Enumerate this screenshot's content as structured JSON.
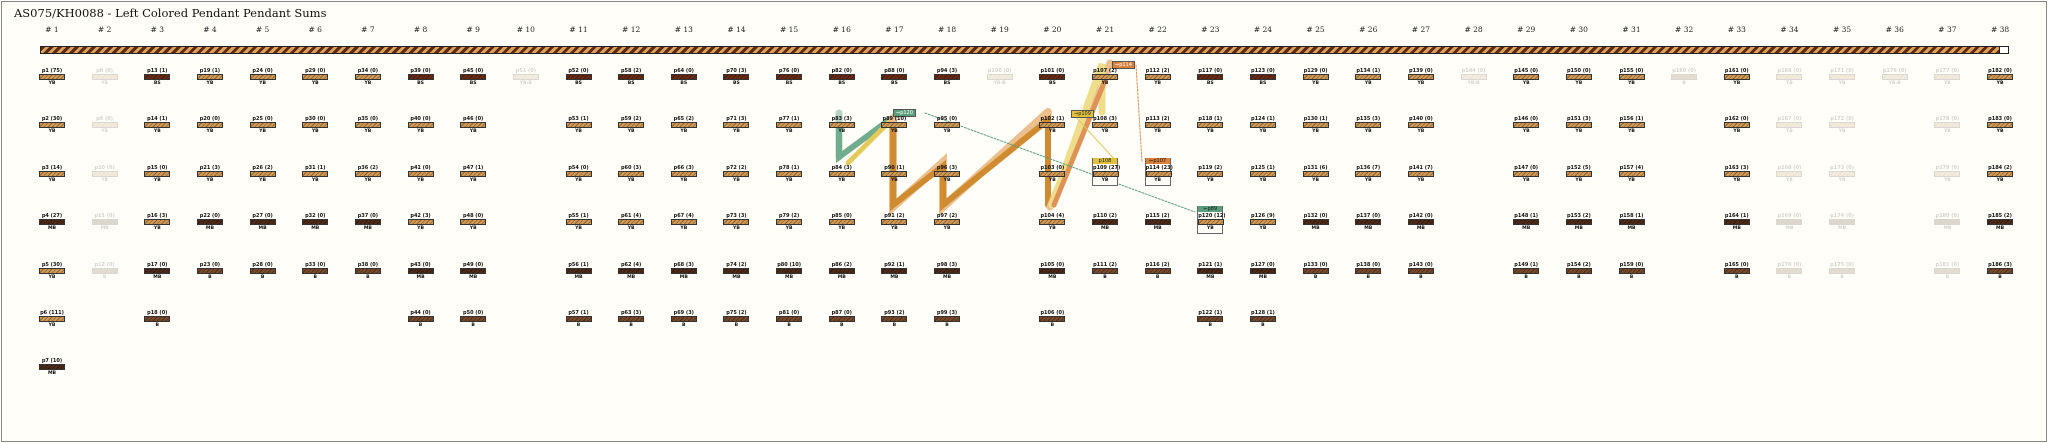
{
  "title": "AS075/KH0088 - Left Colored Pendant Pendant Sums",
  "colors": {
    "YB": "#d39a55",
    "BS": "#6b2a12",
    "MB": "#4e2a18",
    "B": "#7a4a2c",
    "YB:B": "#c9a27a"
  },
  "link_colors": {
    "orange": "#c8780f",
    "light_orange": "#e9b57c",
    "green": "#5a9e7c",
    "light_green": "#a9cfba",
    "yellow": "#dfc13e",
    "light_yellow": "#ecd97a"
  },
  "links": {
    "tag_p120": "⇒p120",
    "tag_p109": "⇒p109",
    "tag_p114": "⇒p114",
    "hdr_p109": "p108",
    "hdr_p114": "⇐p107",
    "hdr_p120": "⇐p89"
  },
  "columns": [
    {
      "label": "# 1",
      "cords": [
        [
          "p1 (75)",
          "YB"
        ],
        [
          "p2 (30)",
          "YB"
        ],
        [
          "p3 (14)",
          "YB"
        ],
        [
          "p4 (27)",
          "MB"
        ],
        [
          "p5 (30)",
          "YB"
        ],
        [
          "p6 (111)",
          "YB"
        ],
        [
          "p7 (10)",
          "MB"
        ]
      ]
    },
    {
      "label": "# 2",
      "faded": true,
      "cords": [
        [
          "p8 (0)",
          "YB"
        ],
        [
          "p9 (0)",
          "YB"
        ],
        [
          "p10 (0)",
          "YB"
        ],
        [
          "p11 (0)",
          "MB"
        ],
        [
          "p12 (0)",
          "B"
        ]
      ]
    },
    {
      "label": "# 3",
      "cords": [
        [
          "p13 (1)",
          "BS"
        ],
        [
          "p14 (1)",
          "YB"
        ],
        [
          "p15 (0)",
          "YB"
        ],
        [
          "p16 (3)",
          "YB"
        ],
        [
          "p17 (0)",
          "MB"
        ],
        [
          "p18 (0)",
          "B"
        ]
      ]
    },
    {
      "label": "# 4",
      "cords": [
        [
          "p19 (1)",
          "YB"
        ],
        [
          "p20 (0)",
          "YB"
        ],
        [
          "p21 (3)",
          "YB"
        ],
        [
          "p22 (0)",
          "MB"
        ],
        [
          "p23 (0)",
          "B"
        ]
      ]
    },
    {
      "label": "# 5",
      "cords": [
        [
          "p24 (0)",
          "YB"
        ],
        [
          "p25 (0)",
          "YB"
        ],
        [
          "p26 (2)",
          "YB"
        ],
        [
          "p27 (0)",
          "MB"
        ],
        [
          "p28 (0)",
          "B"
        ]
      ]
    },
    {
      "label": "# 6",
      "cords": [
        [
          "p29 (0)",
          "YB"
        ],
        [
          "p30 (0)",
          "YB"
        ],
        [
          "p31 (1)",
          "YB"
        ],
        [
          "p32 (0)",
          "MB"
        ],
        [
          "p33 (0)",
          "B"
        ]
      ]
    },
    {
      "label": "# 7",
      "cords": [
        [
          "p34 (0)",
          "YB"
        ],
        [
          "p35 (0)",
          "YB"
        ],
        [
          "p36 (2)",
          "YB"
        ],
        [
          "p37 (0)",
          "MB"
        ],
        [
          "p38 (0)",
          "B"
        ]
      ]
    },
    {
      "label": "# 8",
      "cords": [
        [
          "p39 (0)",
          "BS"
        ],
        [
          "p40 (0)",
          "YB"
        ],
        [
          "p41 (0)",
          "YB"
        ],
        [
          "p42 (3)",
          "YB"
        ],
        [
          "p43 (0)",
          "MB"
        ],
        [
          "p44 (0)",
          "B"
        ]
      ]
    },
    {
      "label": "# 9",
      "cords": [
        [
          "p45 (0)",
          "BS"
        ],
        [
          "p46 (0)",
          "YB"
        ],
        [
          "p47 (1)",
          "YB"
        ],
        [
          "p48 (0)",
          "YB"
        ],
        [
          "p49 (0)",
          "MB"
        ],
        [
          "p50 (0)",
          "B"
        ]
      ]
    },
    {
      "label": "# 10",
      "faded": true,
      "cords": [
        [
          "p51 (0)",
          "YB:B"
        ]
      ]
    },
    {
      "label": "# 11",
      "cords": [
        [
          "p52 (0)",
          "BS"
        ],
        [
          "p53 (1)",
          "YB"
        ],
        [
          "p54 (0)",
          "YB"
        ],
        [
          "p55 (1)",
          "YB"
        ],
        [
          "p56 (1)",
          "MB"
        ],
        [
          "p57 (1)",
          "B"
        ]
      ]
    },
    {
      "label": "# 12",
      "cords": [
        [
          "p58 (2)",
          "BS"
        ],
        [
          "p59 (2)",
          "YB"
        ],
        [
          "p60 (3)",
          "YB"
        ],
        [
          "p61 (4)",
          "YB"
        ],
        [
          "p62 (4)",
          "MB"
        ],
        [
          "p63 (3)",
          "B"
        ]
      ]
    },
    {
      "label": "# 13",
      "cords": [
        [
          "p64 (0)",
          "BS"
        ],
        [
          "p65 (2)",
          "YB"
        ],
        [
          "p66 (3)",
          "YB"
        ],
        [
          "p67 (4)",
          "YB"
        ],
        [
          "p68 (3)",
          "MB"
        ],
        [
          "p69 (3)",
          "B"
        ]
      ]
    },
    {
      "label": "# 14",
      "cords": [
        [
          "p70 (3)",
          "BS"
        ],
        [
          "p71 (3)",
          "YB"
        ],
        [
          "p72 (2)",
          "YB"
        ],
        [
          "p73 (3)",
          "YB"
        ],
        [
          "p74 (2)",
          "MB"
        ],
        [
          "p75 (2)",
          "B"
        ]
      ]
    },
    {
      "label": "# 15",
      "cords": [
        [
          "p76 (0)",
          "BS"
        ],
        [
          "p77 (1)",
          "YB"
        ],
        [
          "p78 (1)",
          "YB"
        ],
        [
          "p79 (2)",
          "YB"
        ],
        [
          "p80 (10)",
          "MB"
        ],
        [
          "p81 (0)",
          "B"
        ]
      ]
    },
    {
      "label": "# 16",
      "cords": [
        [
          "p82 (0)",
          "BS"
        ],
        [
          "p83 (3)",
          "YB"
        ],
        [
          "p84 (3)",
          "YB"
        ],
        [
          "p85 (0)",
          "YB"
        ],
        [
          "p86 (2)",
          "MB"
        ],
        [
          "p87 (0)",
          "B"
        ]
      ]
    },
    {
      "label": "# 17",
      "cords": [
        [
          "p88 (0)",
          "BS"
        ],
        [
          "p89 (10)",
          "YB"
        ],
        [
          "p90 (1)",
          "YB"
        ],
        [
          "p91 (2)",
          "YB"
        ],
        [
          "p92 (1)",
          "MB"
        ],
        [
          "p93 (2)",
          "B"
        ]
      ]
    },
    {
      "label": "# 18",
      "cords": [
        [
          "p94 (3)",
          "BS"
        ],
        [
          "p95 (0)",
          "YB"
        ],
        [
          "p96 (3)",
          "YB"
        ],
        [
          "p97 (2)",
          "YB"
        ],
        [
          "p98 (3)",
          "MB"
        ],
        [
          "p99 (3)",
          "B"
        ]
      ]
    },
    {
      "label": "# 19",
      "faded": true,
      "cords": [
        [
          "p100 (0)",
          "YB:B"
        ]
      ]
    },
    {
      "label": "# 20",
      "cords": [
        [
          "p101 (0)",
          "BS"
        ],
        [
          "p102 (1)",
          "YB"
        ],
        [
          "p103 (0)",
          "YB"
        ],
        [
          "p104 (4)",
          "YB"
        ],
        [
          "p105 (0)",
          "MB"
        ],
        [
          "p106 (0)",
          "B"
        ]
      ]
    },
    {
      "label": "# 21",
      "cords": [
        [
          "p107 (2)",
          "YB"
        ],
        [
          "p108 (3)",
          "YB"
        ],
        [
          "p109 (27)",
          "YB",
          "hdr_p109",
          "#dfc13e"
        ],
        [
          "p110 (2)",
          "MB"
        ],
        [
          "p111 (2)",
          "B"
        ]
      ]
    },
    {
      "label": "# 22",
      "cords": [
        [
          "p112 (2)",
          "YB"
        ],
        [
          "p113 (2)",
          "YB"
        ],
        [
          "p114 (23)",
          "YB",
          "hdr_p114",
          "#d9803a"
        ],
        [
          "p115 (2)",
          "MB"
        ],
        [
          "p116 (2)",
          "B"
        ]
      ]
    },
    {
      "label": "# 23",
      "cords": [
        [
          "p117 (0)",
          "BS"
        ],
        [
          "p118 (1)",
          "YB"
        ],
        [
          "p119 (2)",
          "YB"
        ],
        [
          "p120 (12)",
          "YB",
          "hdr_p120",
          "#5a9e7c"
        ],
        [
          "p121 (1)",
          "MB"
        ],
        [
          "p122 (1)",
          "B"
        ]
      ]
    },
    {
      "label": "# 24",
      "cords": [
        [
          "p123 (0)",
          "BS"
        ],
        [
          "p124 (1)",
          "YB"
        ],
        [
          "p125 (1)",
          "YB"
        ],
        [
          "p126 (9)",
          "YB"
        ],
        [
          "p127 (0)",
          "MB"
        ],
        [
          "p128 (1)",
          "B"
        ]
      ]
    },
    {
      "label": "# 25",
      "cords": [
        [
          "p129 (0)",
          "YB"
        ],
        [
          "p130 (1)",
          "YB"
        ],
        [
          "p131 (6)",
          "YB"
        ],
        [
          "p132 (0)",
          "MB"
        ],
        [
          "p133 (0)",
          "B"
        ]
      ]
    },
    {
      "label": "# 26",
      "cords": [
        [
          "p134 (1)",
          "YB"
        ],
        [
          "p135 (3)",
          "YB"
        ],
        [
          "p136 (7)",
          "YB"
        ],
        [
          "p137 (0)",
          "MB"
        ],
        [
          "p138 (0)",
          "B"
        ]
      ]
    },
    {
      "label": "# 27",
      "cords": [
        [
          "p139 (0)",
          "YB"
        ],
        [
          "p140 (0)",
          "YB"
        ],
        [
          "p141 (7)",
          "YB"
        ],
        [
          "p142 (0)",
          "MB"
        ],
        [
          "p143 (0)",
          "B"
        ]
      ]
    },
    {
      "label": "# 28",
      "faded": true,
      "cords": [
        [
          "p144 (0)",
          "YB:B"
        ]
      ]
    },
    {
      "label": "# 29",
      "cords": [
        [
          "p145 (0)",
          "YB"
        ],
        [
          "p146 (0)",
          "YB"
        ],
        [
          "p147 (0)",
          "YB"
        ],
        [
          "p148 (1)",
          "MB"
        ],
        [
          "p149 (1)",
          "B"
        ]
      ]
    },
    {
      "label": "# 30",
      "cords": [
        [
          "p150 (0)",
          "YB"
        ],
        [
          "p151 (3)",
          "YB"
        ],
        [
          "p152 (5)",
          "YB"
        ],
        [
          "p153 (2)",
          "MB"
        ],
        [
          "p154 (2)",
          "B"
        ]
      ]
    },
    {
      "label": "# 31",
      "cords": [
        [
          "p155 (0)",
          "YB"
        ],
        [
          "p156 (1)",
          "YB"
        ],
        [
          "p157 (4)",
          "YB"
        ],
        [
          "p158 (1)",
          "MB"
        ],
        [
          "p159 (0)",
          "B"
        ]
      ]
    },
    {
      "label": "# 32",
      "faded": true,
      "cords": [
        [
          "p160 (0)",
          "B"
        ]
      ]
    },
    {
      "label": "# 33",
      "cords": [
        [
          "p161 (0)",
          "YB"
        ],
        [
          "p162 (0)",
          "YB"
        ],
        [
          "p163 (3)",
          "YB"
        ],
        [
          "p164 (1)",
          "MB"
        ],
        [
          "p165 (0)",
          "B"
        ]
      ]
    },
    {
      "label": "# 34",
      "faded": true,
      "cords": [
        [
          "p166 (0)",
          "YB"
        ],
        [
          "p167 (0)",
          "YB"
        ],
        [
          "p168 (0)",
          "YB"
        ],
        [
          "p169 (0)",
          "MB"
        ],
        [
          "p170 (0)",
          "B"
        ]
      ]
    },
    {
      "label": "# 35",
      "faded": true,
      "cords": [
        [
          "p171 (0)",
          "YB"
        ],
        [
          "p172 (0)",
          "YB"
        ],
        [
          "p173 (0)",
          "YB"
        ],
        [
          "p174 (0)",
          "MB"
        ],
        [
          "p175 (0)",
          "B"
        ]
      ]
    },
    {
      "label": "# 36",
      "faded": true,
      "cords": [
        [
          "p176 (0)",
          "YB:B"
        ]
      ]
    },
    {
      "label": "# 37",
      "faded": true,
      "cords": [
        [
          "p177 (0)",
          "YB"
        ],
        [
          "p178 (0)",
          "YB"
        ],
        [
          "p179 (0)",
          "YB"
        ],
        [
          "p180 (0)",
          "MB"
        ],
        [
          "p181 (0)",
          "B"
        ]
      ]
    },
    {
      "label": "# 38",
      "cords": [
        [
          "p182 (0)",
          "YB"
        ],
        [
          "p183 (0)",
          "YB"
        ],
        [
          "p184 (2)",
          "YB"
        ],
        [
          "p185 (2)",
          "MB"
        ],
        [
          "p186 (3)",
          "B"
        ]
      ]
    }
  ]
}
